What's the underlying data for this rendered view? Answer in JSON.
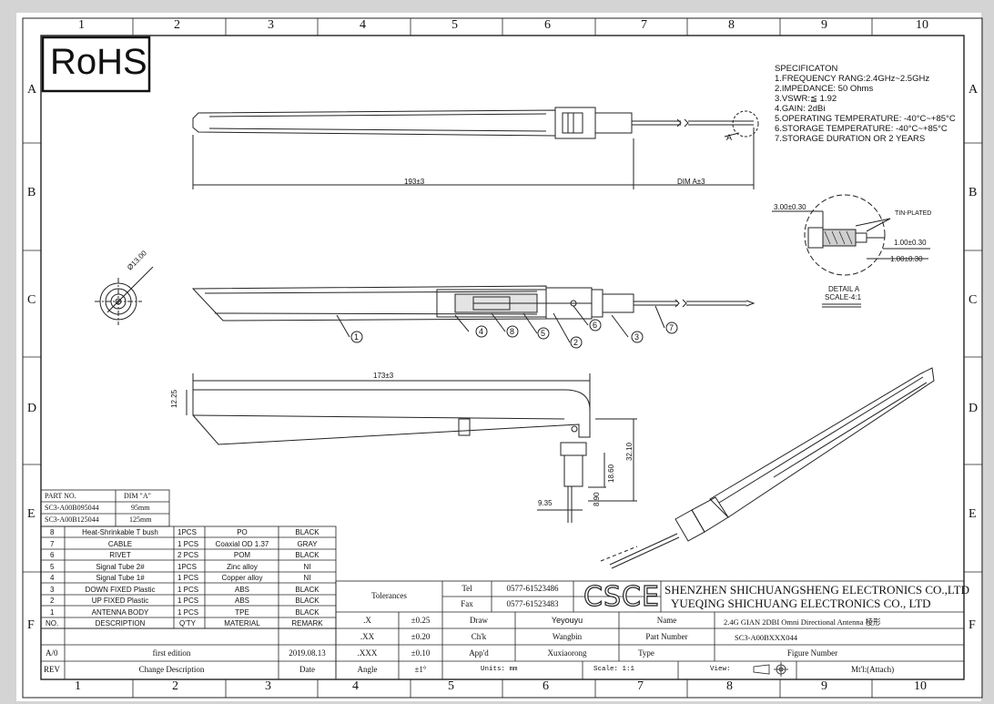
{
  "zones": {
    "columns": [
      "1",
      "2",
      "3",
      "4",
      "5",
      "6",
      "7",
      "8",
      "9",
      "10"
    ],
    "rows": [
      "A",
      "B",
      "C",
      "D",
      "E",
      "F"
    ]
  },
  "logo_rohs": "RoHS",
  "specification": {
    "title": "SPECIFICATON",
    "lines": [
      "1.FREQUENCY RANG:2.4GHz~2.5GHz",
      "2.IMPEDANCE: 50 Ohms",
      "3.VSWR:≦  1.92",
      "4.GAIN: 2dBi",
      "5.OPERATING TEMPERATURE: -40°C~+85°C",
      "6.STORAGE TEMPERATURE: -40°C~+85°C",
      "7.STORAGE DURATION OR 2 YEARS"
    ]
  },
  "dimensions": {
    "length_main": "193±3",
    "dim_a": "DIM A±3",
    "detail_callout": "A",
    "diameter": "Ø13.00",
    "length_folded": "173±3",
    "height_12": "12.25",
    "height_32": "32.10",
    "height_18": "18.60",
    "height_8": "8.90",
    "width_9": "9.35"
  },
  "detail_a": {
    "strip_length": "3.00±0.30",
    "tin_plated": "TIN-PLATED",
    "dim_1": "1.00±0.30",
    "dim_2": "1.00±0.30",
    "title": "DETAIL A",
    "scale": "SCALE-4:1"
  },
  "balloons": [
    "1",
    "4",
    "8",
    "5",
    "2",
    "6",
    "3",
    "7"
  ],
  "dim_table": {
    "headers": [
      "PART NO.",
      "DIM \"A\""
    ],
    "rows": [
      [
        "SC3-A00B095044",
        "95mm"
      ],
      [
        "SC3-A00B125044",
        "125mm"
      ]
    ]
  },
  "bom": {
    "headers": [
      "NO.",
      "DESCRIPTION",
      "Q'TY",
      "MATERIAL",
      "REMARK"
    ],
    "rows": [
      [
        "8",
        "Heat-Shrinkable T bush",
        "1PCS",
        "PO",
        "BLACK"
      ],
      [
        "7",
        "CABLE",
        "1 PCS",
        "Coaxial OD 1.37",
        "GRAY"
      ],
      [
        "6",
        "RIVET",
        "2 PCS",
        "POM",
        "BLACK"
      ],
      [
        "5",
        "Signal Tube 2#",
        "1PCS",
        "Zinc alloy",
        "NI"
      ],
      [
        "4",
        "Signal Tube 1#",
        "1 PCS",
        "Copper alloy",
        "NI"
      ],
      [
        "3",
        "DOWN FIXED Plastic",
        "1 PCS",
        "ABS",
        "BLACK"
      ],
      [
        "2",
        "UP FIXED Plastic",
        "1 PCS",
        "ABS",
        "BLACK"
      ],
      [
        "1",
        "ANTENNA BODY",
        "1 PCS",
        "TPE",
        "BLACK"
      ]
    ]
  },
  "revision": {
    "rev_label": "REV",
    "desc_label": "Change Description",
    "date_label": "Date",
    "rev": "A/0",
    "desc": "first edition",
    "date": "2019.08.13"
  },
  "tolerances": {
    "title": "Tolerances",
    "rows": [
      [
        ".X",
        "±0.25"
      ],
      [
        ".XX",
        "±0.20"
      ],
      [
        ".XXX",
        "±0.10"
      ],
      [
        "Angle",
        "±1°"
      ]
    ]
  },
  "title_block": {
    "tel_label": "Tel",
    "tel": "0577-61523486",
    "fax_label": "Fax",
    "fax": "0577-61523483",
    "logo": "CSCE",
    "company_1": "SHENZHEN SHICHUANGSHENG ELECTRONICS CO.,LTD",
    "company_2": "YUEQING SHICHUANG ELECTRONICS CO., LTD",
    "draw_label": "Draw",
    "draw": "Yeyouyu",
    "check_label": "Ch'k",
    "check": "Wangbin",
    "approve_label": "App'd",
    "approve": "Xuxiaorong",
    "name_label": "Name",
    "name": "2.4G GIAN 2DBI Omni Directional Antenna 棱形",
    "part_label": "Part Number",
    "part": "SC3-A00BXXX044",
    "type_label": "Type",
    "figure_label": "Figure Number",
    "units": "Units: mm",
    "scale": "Scale: 1:1",
    "view": "View:",
    "mt": "Mt'l:(Attach)"
  }
}
